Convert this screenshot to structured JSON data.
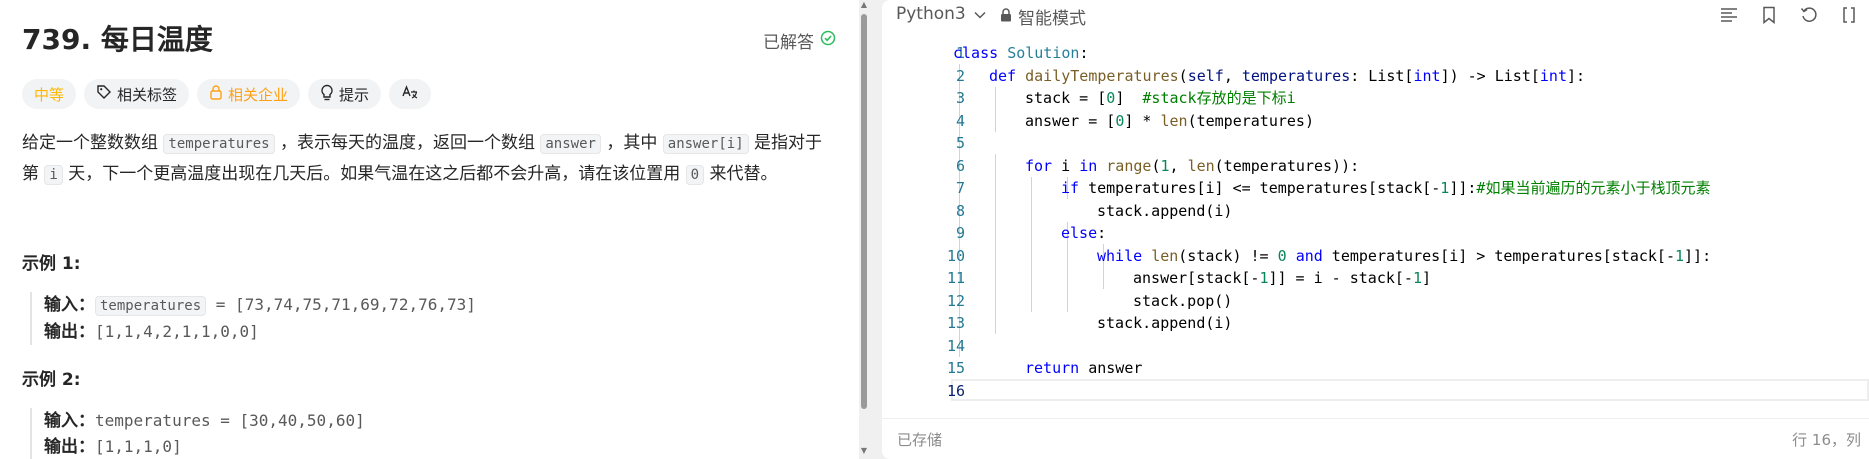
{
  "problem": {
    "title": "739. 每日温度",
    "solved_label": "已解答",
    "tags": {
      "difficulty": "中等",
      "related_tags": "相关标签",
      "related_companies": "相关企业",
      "hint": "提示"
    },
    "desc": {
      "p1": "给定一个整数数组 ",
      "c1": "temperatures",
      "p2": " ，表示每天的温度，返回一个数组 ",
      "c2": "answer",
      "p3": " ，其中 ",
      "c3": "answer[i]",
      "p4": " 是指对于第 ",
      "c4": "i",
      "p5": " 天，下一个更高温度出现在几天后。如果气温在这之后都不会升高，请在该位置用 ",
      "c5": "0",
      "p6": " 来代替。"
    },
    "example1": {
      "title": "示例 1:",
      "input_label": "输入：",
      "input_var": "temperatures",
      "input_value": " = [73,74,75,71,69,72,76,73]",
      "output_label": "输出：",
      "output_value": "[1,1,4,2,1,1,0,0]"
    },
    "example2": {
      "title": "示例 2:",
      "input_label": "输入：",
      "input_var": "temperatures",
      "input_value": " = [30,40,50,60]",
      "output_label": "输出：",
      "output_value": "[1,1,1,0]"
    }
  },
  "editor": {
    "language": "Python3",
    "mode": "智能模式",
    "line_numbers": [
      "1",
      "2",
      "3",
      "4",
      "5",
      "6",
      "7",
      "8",
      "9",
      "10",
      "11",
      "12",
      "13",
      "14",
      "15",
      "16"
    ],
    "code": {
      "l1_kw": "class",
      "l1_cls": "Solution",
      "l1_rest": ":",
      "l2_kw": "def",
      "l2_fn": "dailyTemperatures",
      "l2_a": "(",
      "l2_self": "self",
      "l2_b": ", ",
      "l2_param": "temperatures",
      "l2_c": ": List[",
      "l2_int1": "int",
      "l2_d": "]) -> List[",
      "l2_int2": "int",
      "l2_e": "]:",
      "l3_a": "stack = [",
      "l3_num": "0",
      "l3_b": "]  ",
      "l3_cm": "#stack存放的是下标i",
      "l4_a": "answer = [",
      "l4_num": "0",
      "l4_b": "] * ",
      "l4_fn": "len",
      "l4_c": "(temperatures)",
      "l6_kw1": "for",
      "l6_a": " i ",
      "l6_kw2": "in",
      "l6_b": " ",
      "l6_fn1": "range",
      "l6_c": "(",
      "l6_num": "1",
      "l6_d": ", ",
      "l6_fn2": "len",
      "l6_e": "(temperatures)):",
      "l7_kw": "if",
      "l7_a": " temperatures[i] <= temperatures[stack[-",
      "l7_num": "1",
      "l7_b": "]]:",
      "l7_cm": "#如果当前遍历的元素小于栈顶元素",
      "l8": "stack.append(i)",
      "l9_kw": "else",
      "l9_a": ":",
      "l10_kw1": "while",
      "l10_a": " ",
      "l10_fn": "len",
      "l10_b": "(stack) != ",
      "l10_num1": "0",
      "l10_c": " ",
      "l10_kw2": "and",
      "l10_d": " temperatures[i] > temperatures[stack[-",
      "l10_num2": "1",
      "l10_e": "]]:",
      "l11_a": "answer[stack[-",
      "l11_num1": "1",
      "l11_b": "]] = i - stack[-",
      "l11_num2": "1",
      "l11_c": "]",
      "l12": "stack.pop()",
      "l13": "stack.append(i)",
      "l15_kw": "return",
      "l15_a": " answer"
    }
  },
  "status": {
    "saved": "已存储",
    "position": "行 16，列"
  }
}
